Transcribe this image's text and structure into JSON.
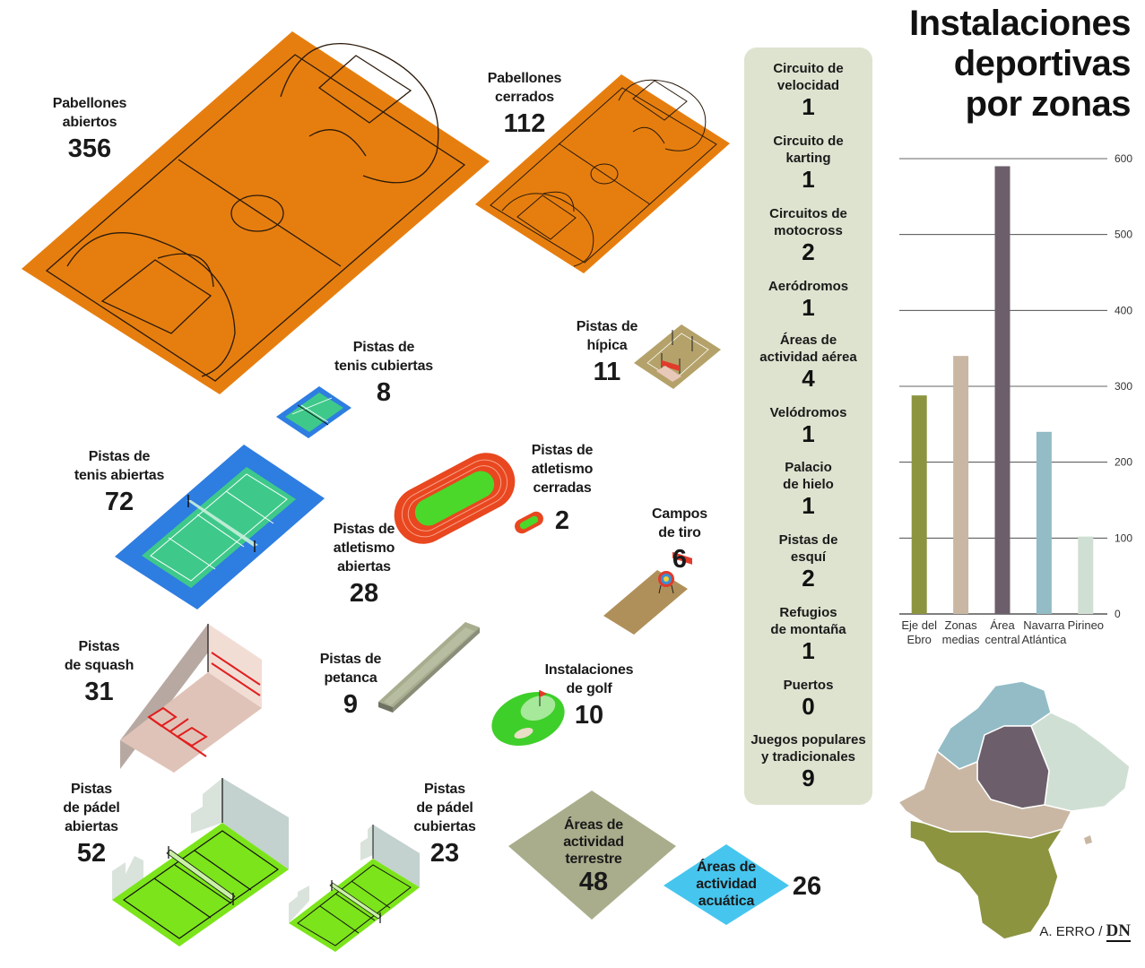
{
  "title": "Instalaciones\ndeportivas\npor zonas",
  "facilities": {
    "pab_abiertos": {
      "label": "Pabellones\nabiertos",
      "value": "356"
    },
    "pab_cerrados": {
      "label": "Pabellones\ncerrados",
      "value": "112"
    },
    "tenis_cub": {
      "label": "Pistas de\ntenis cubiertas",
      "value": "8"
    },
    "tenis_ab": {
      "label": "Pistas de\ntenis abiertas",
      "value": "72"
    },
    "hipica": {
      "label": "Pistas de\nhípica",
      "value": "11"
    },
    "atl_cerradas": {
      "label": "Pistas de\natletismo\ncerradas",
      "value": "2"
    },
    "atl_abiertas": {
      "label": "Pistas de\natletismo\nabiertas",
      "value": "28"
    },
    "tiro": {
      "label": "Campos\nde tiro",
      "value": "6"
    },
    "squash": {
      "label": "Pistas\nde squash",
      "value": "31"
    },
    "petanca": {
      "label": "Pistas de\npetanca",
      "value": "9"
    },
    "golf": {
      "label": "Instalaciones\nde golf",
      "value": "10"
    },
    "padel_ab": {
      "label": "Pistas\nde pádel\nabiertas",
      "value": "52"
    },
    "padel_cub": {
      "label": "Pistas\nde pádel\ncubiertas",
      "value": "23"
    },
    "terrestre": {
      "label": "Áreas de\nactividad\nterrestre",
      "value": "48"
    },
    "acuatica": {
      "label": "Áreas de\nactividad\nacuática",
      "value": "26"
    }
  },
  "panel": [
    {
      "label": "Circuito de\nvelocidad",
      "value": "1"
    },
    {
      "label": "Circuito de\nkarting",
      "value": "1"
    },
    {
      "label": "Circuitos de\nmotocross",
      "value": "2"
    },
    {
      "label": "Aeródromos",
      "value": "1"
    },
    {
      "label": "Áreas de\nactividad aérea",
      "value": "4"
    },
    {
      "label": "Velódromos",
      "value": "1"
    },
    {
      "label": "Palacio\nde hielo",
      "value": "1"
    },
    {
      "label": "Pistas de\nesquí",
      "value": "2"
    },
    {
      "label": "Refugios\nde montaña",
      "value": "1"
    },
    {
      "label": "Puertos",
      "value": "0"
    },
    {
      "label": "Juegos populares\ny tradicionales",
      "value": "9"
    }
  ],
  "chart_data": {
    "type": "bar",
    "categories": [
      "Eje del\nEbro",
      "Zonas\nmedias",
      "Área\ncentral",
      "Navarra\nAtlántica",
      "Pirineo"
    ],
    "values": [
      288,
      340,
      590,
      240,
      102
    ],
    "colors": [
      "#8c9440",
      "#c9b7a4",
      "#6c5f6b",
      "#93bcc6",
      "#d0dfd3"
    ],
    "ylim": [
      0,
      600
    ],
    "yticks": [
      0,
      100,
      200,
      300,
      400,
      500,
      600
    ],
    "grid": true
  },
  "map": {
    "regions": [
      {
        "name": "Navarra Atlántica",
        "color": "#93bcc6"
      },
      {
        "name": "Pirineo",
        "color": "#d0dfd3"
      },
      {
        "name": "Área central",
        "color": "#6c5f6b"
      },
      {
        "name": "Zonas medias",
        "color": "#c9b7a4"
      },
      {
        "name": "Eje del Ebro",
        "color": "#8c9440"
      }
    ]
  },
  "credit": {
    "author": "A. ERRO /",
    "logo": "DN"
  },
  "colors": {
    "court_orange": "#e67e0f",
    "tennis_blue": "#2e7de1",
    "tennis_green": "#3ec98a",
    "padel_green": "#7ce41a",
    "track_red": "#e9471f",
    "panel_bg": "#dde3cf"
  }
}
